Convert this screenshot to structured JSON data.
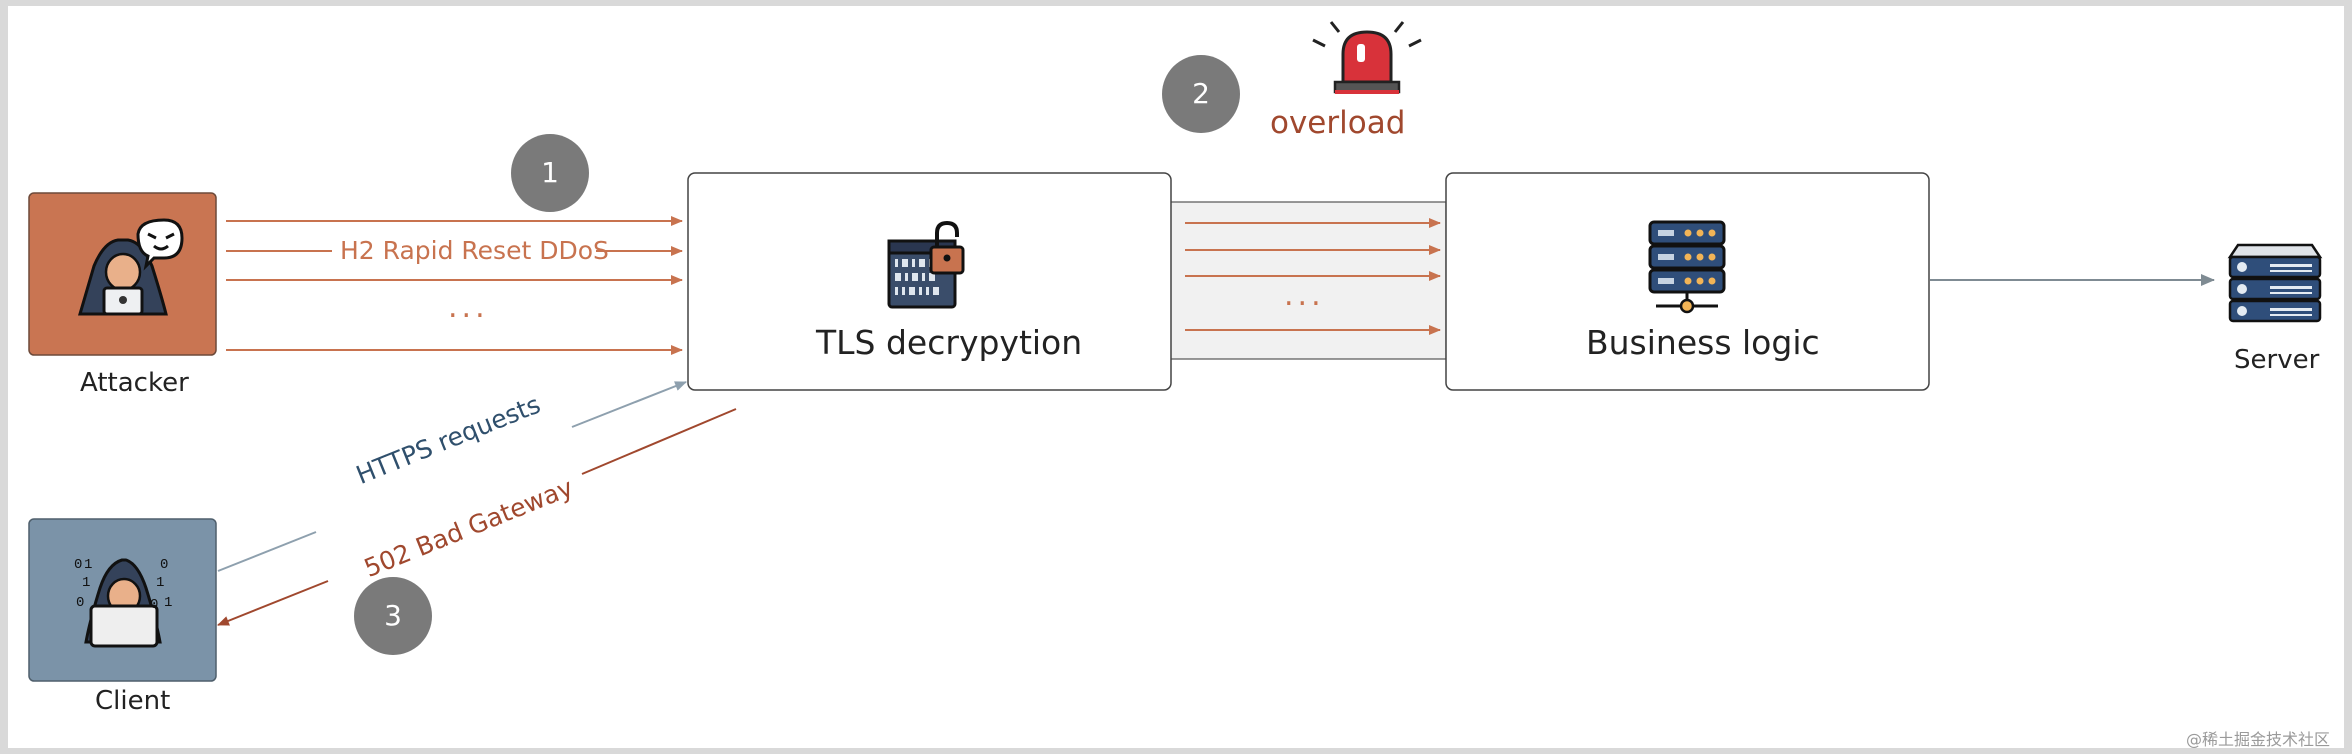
{
  "nodes": {
    "attacker": {
      "label": "Attacker",
      "color": "#c97552"
    },
    "client": {
      "label": "Client",
      "color": "#7b93a8"
    },
    "tls": {
      "label": "TLS decrypytion"
    },
    "business": {
      "label": "Business logic"
    },
    "server": {
      "label": "Server"
    }
  },
  "edges": {
    "attack_label": "H2 Rapid Reset DDoS",
    "attack_more": "...",
    "internal_more": "...",
    "https_label": "HTTPS requests",
    "bad_gateway_label": "502 Bad Gateway"
  },
  "steps": [
    "1",
    "2",
    "3"
  ],
  "alert": {
    "label": "overload",
    "icon": "siren-icon"
  },
  "watermark": "@稀土掘金技术社区",
  "colors": {
    "attack": "#c8734f",
    "response": "#a0482e",
    "request": "#8ea0ae",
    "request_text": "#2f4f6c",
    "step_badge": "#7a7a7a",
    "alert_red": "#d8323a"
  }
}
